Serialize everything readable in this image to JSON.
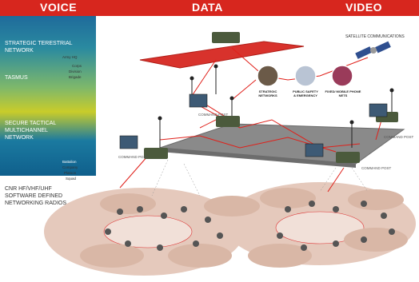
{
  "header": {
    "voice": "VOICE",
    "data": "DATA",
    "video": "VIDEO"
  },
  "left": {
    "strategic": "STRATEGIC TERESTRIAL\nNETWORK",
    "army_hq": "Army HQ",
    "tasmus": "TASMUS",
    "corps": "Corps",
    "division": "Division",
    "brigade": "Brigade",
    "secure": "SECURE TACTICAL\nMULTICHANNEL\nNETWORK",
    "battalion": "Battalion",
    "company": "Company",
    "platoon": "Platoon",
    "squad": "Squad",
    "cnr": "CNR HF/VHF/UHF\nSOFTWARE DEFINED\nNETWORKING RADIOS"
  },
  "labels": {
    "satellite": "SATELLITE COMMUNICATIONS",
    "strategic_networks": "STRATEGIC\nNETWORKS",
    "public_safety": "PUBLIC SAFETY\n& EMERGENCY",
    "fixed_mobile": "FIXED/ MOBILE PHONE\nNETS",
    "command_post": "COMMAND POST"
  },
  "colors": {
    "header": "#d7261e",
    "top_plane": "#d8322c",
    "mid_plane": "#8a8a8a",
    "ground": "#e2c4b4",
    "link": "#e0201a"
  },
  "icons": [
    "satellite-icon",
    "antenna-icon",
    "vehicle-icon",
    "soldier-icon",
    "phone-icon",
    "ambulance-icon"
  ]
}
